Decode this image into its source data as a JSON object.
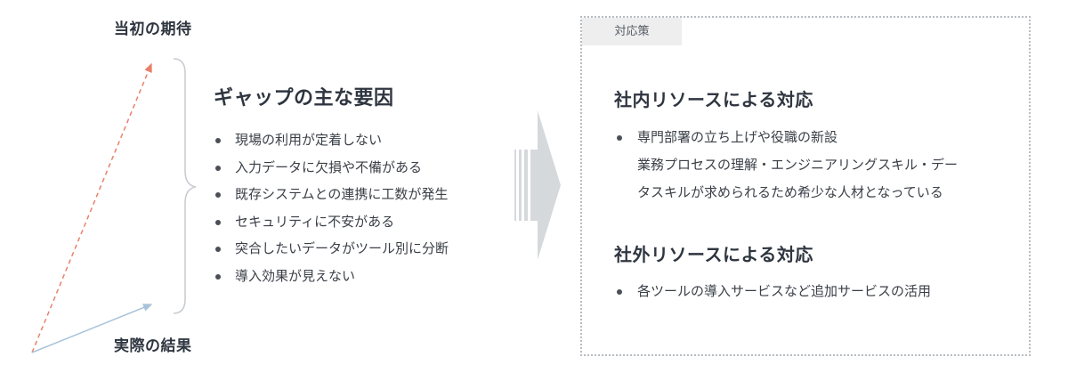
{
  "expectation_label": "当初の期待",
  "result_label": "実際の結果",
  "factors": {
    "title": "ギャップの主な要因",
    "items": [
      "現場の利用が定着しない",
      "入力データに欠損や不備がある",
      "既存システムとの連携に工数が発生",
      "セキュリティに不安がある",
      "突合したいデータがツール別に分断",
      "導入効果が見えない"
    ]
  },
  "measures": {
    "tag": "対応策",
    "internal": {
      "title": "社内リソースによる対応",
      "item_lines": [
        "専門部署の立ち上げや役職の新設",
        "業務プロセスの理解・エンジニアリングスキル・デー",
        "タスキルが求められるため希少な人材となっている"
      ]
    },
    "external": {
      "title": "社外リソースによる対応",
      "items": [
        "各ツールの導入サービスなど追加サービスの活用"
      ]
    }
  },
  "colors": {
    "expectation_arrow": "#e8806a",
    "result_arrow": "#a9c3da",
    "brace": "#c9cdd2",
    "big_arrow": "#d6d9dc"
  }
}
